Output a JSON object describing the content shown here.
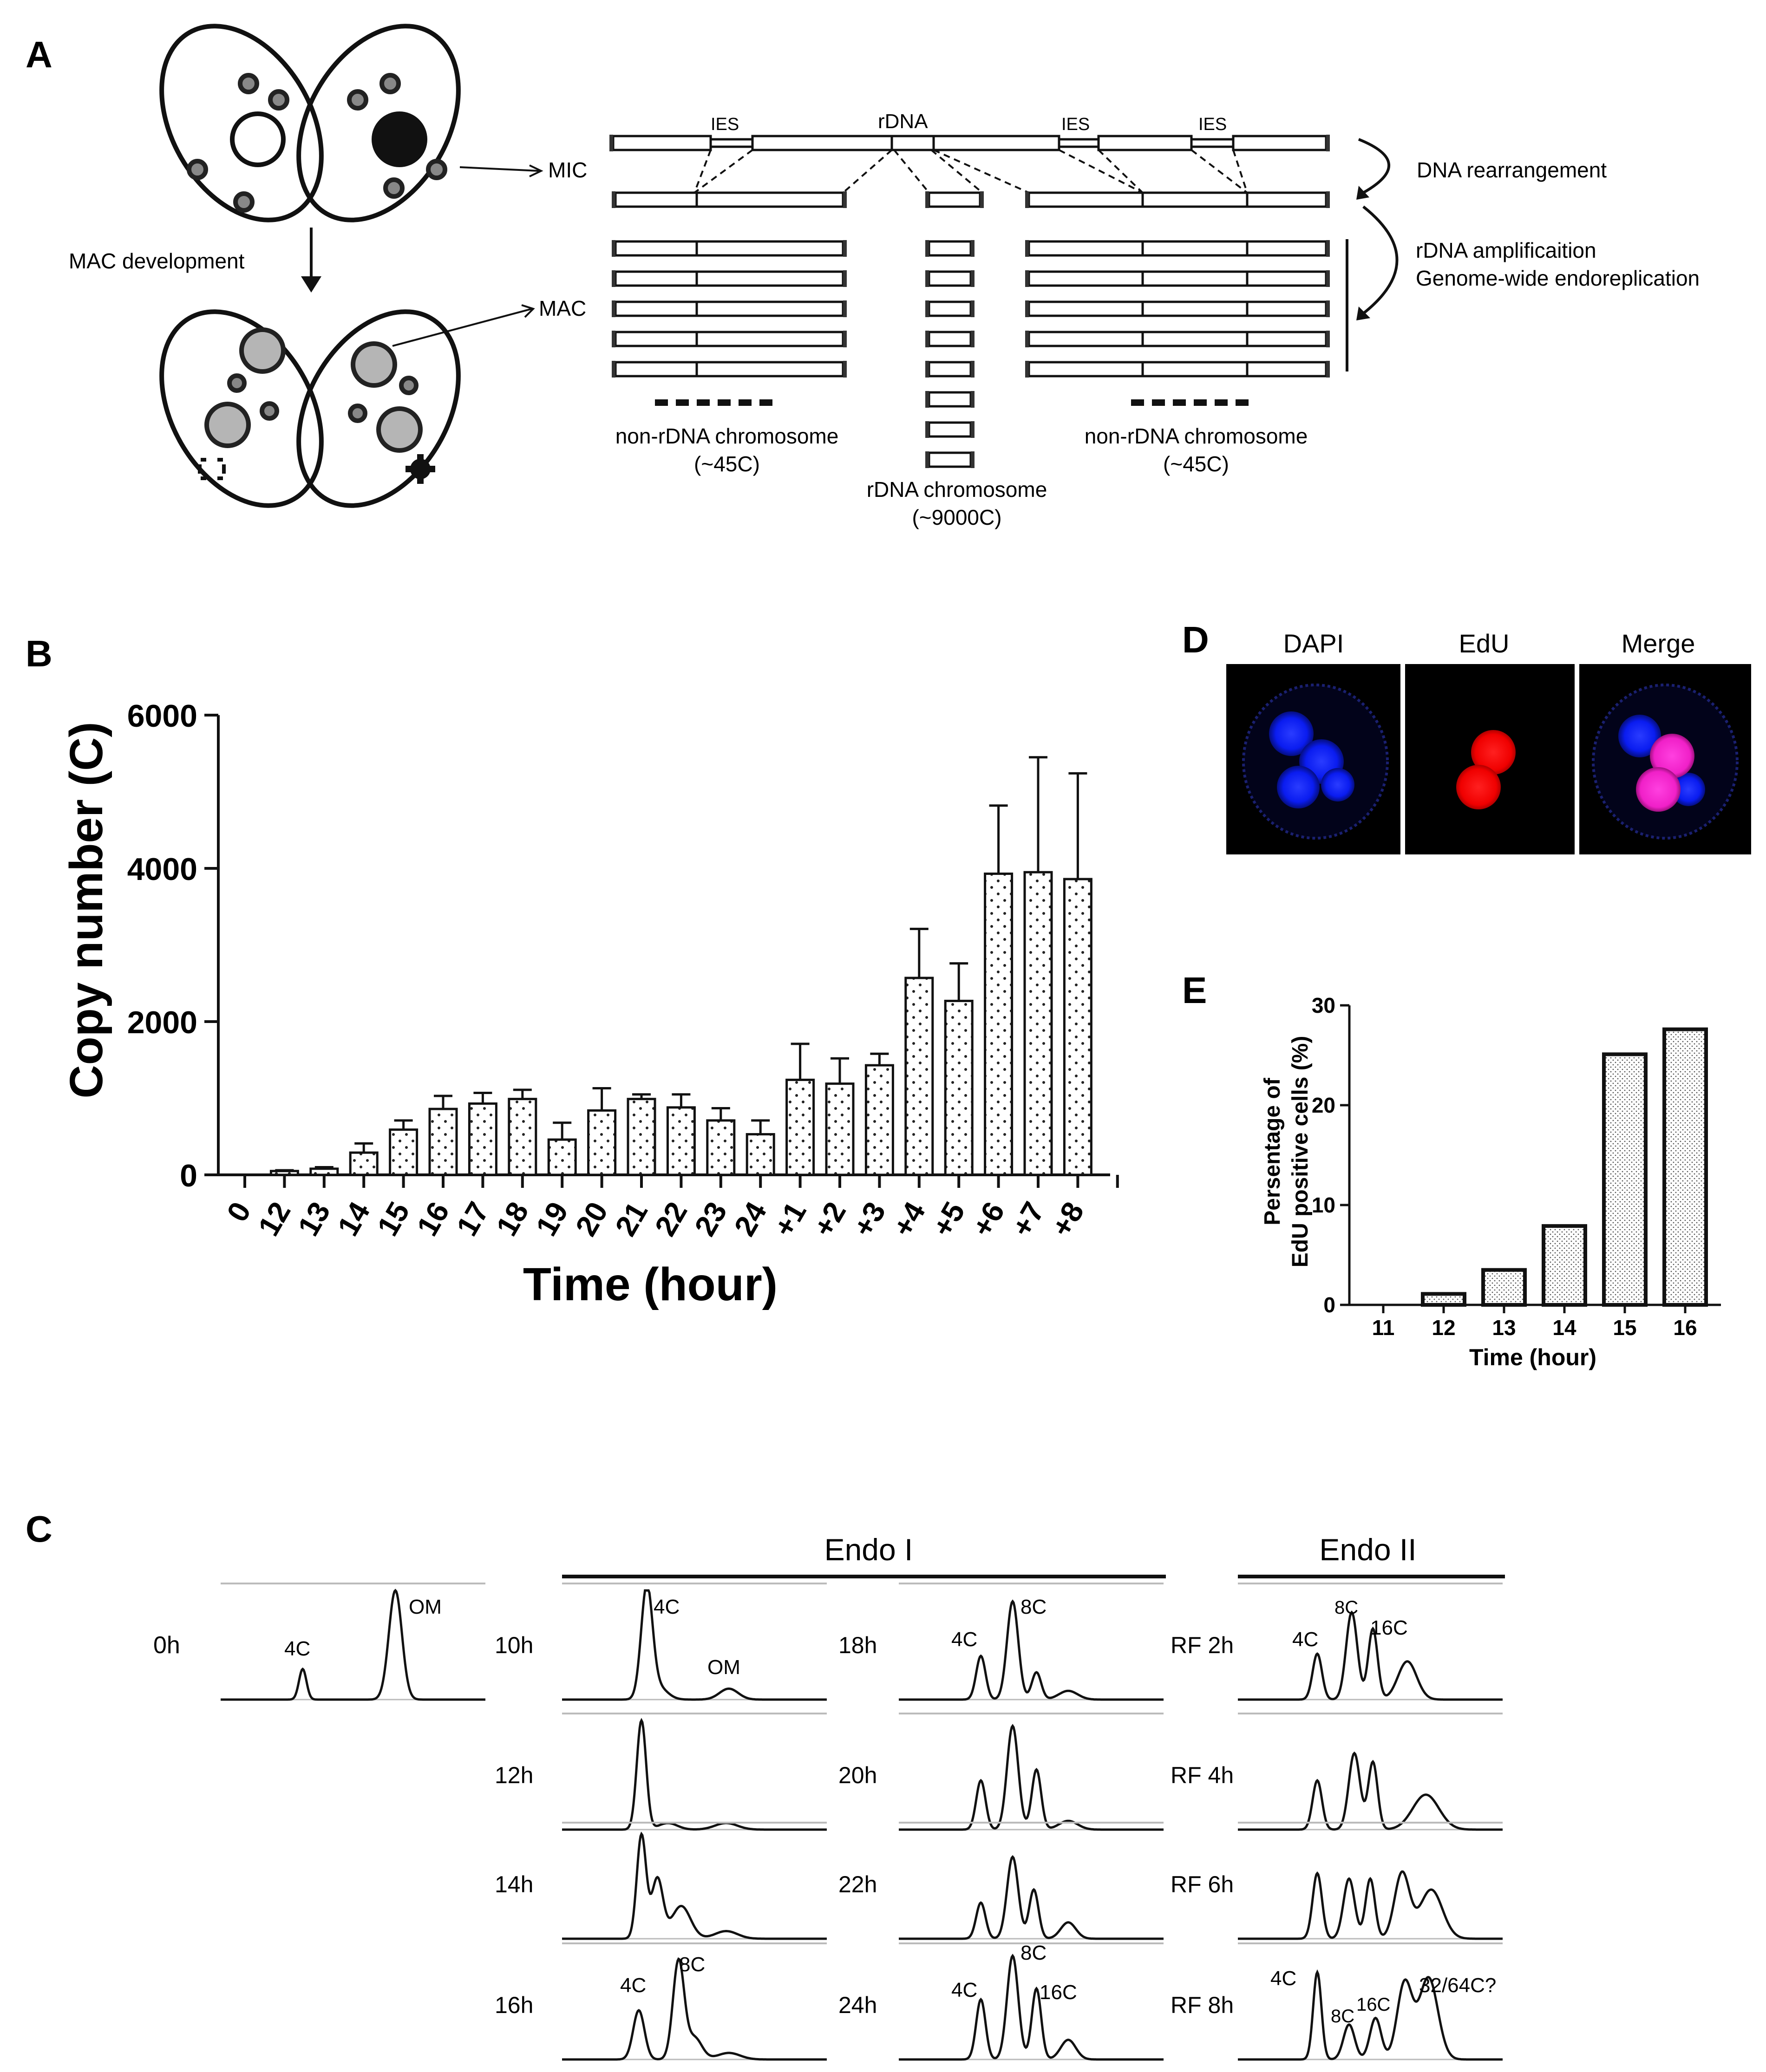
{
  "panelA": {
    "label": "A",
    "mac_development": "MAC development",
    "mic": "MIC",
    "mac": "MAC",
    "ies": "IES",
    "rdna": "rDNA",
    "dna_rearrangement": "DNA rearrangement",
    "rdna_amplification": "rDNA amplificaition",
    "endoreplication": "Genome-wide endoreplication",
    "non_rdna_chrom": "non-rDNA chromosome",
    "copy_45c": "(~45C)",
    "rdna_chrom": "rDNA chromosome",
    "copy_9000c": "(~9000C)"
  },
  "panelB": {
    "label": "B",
    "chart_data": {
      "type": "bar",
      "xlabel": "Time (hour)",
      "ylabel": "Copy number (C)",
      "ylim": [
        0,
        6000
      ],
      "yticks": [
        "0",
        "2000",
        "4000",
        "6000"
      ],
      "categories": [
        "0",
        "12",
        "13",
        "14",
        "15",
        "16",
        "17",
        "18",
        "19",
        "20",
        "21",
        "22",
        "23",
        "24",
        "+1",
        "+2",
        "+3",
        "+4",
        "+5",
        "+6",
        "+7",
        "+8"
      ],
      "values": [
        0,
        50,
        80,
        290,
        590,
        860,
        930,
        990,
        460,
        840,
        990,
        880,
        710,
        530,
        1240,
        1190,
        1430,
        2570,
        2270,
        3930,
        3950,
        3860
      ],
      "errors": [
        0,
        10,
        20,
        120,
        120,
        170,
        140,
        120,
        220,
        290,
        60,
        170,
        160,
        180,
        470,
        330,
        150,
        640,
        490,
        890,
        1500,
        1380
      ],
      "pattern": "dotted"
    }
  },
  "panelD": {
    "label": "D",
    "titles": [
      "DAPI",
      "EdU",
      "Merge"
    ]
  },
  "panelE": {
    "label": "E",
    "chart_data": {
      "type": "bar",
      "xlabel": "Time (hour)",
      "ylabel": "Persentage of EdU positive cells (%)",
      "ylabel_lines": [
        "Persentage of",
        "EdU positive cells (%)"
      ],
      "ylim": [
        0,
        30
      ],
      "yticks": [
        "0",
        "10",
        "20",
        "30"
      ],
      "categories": [
        "11",
        "12",
        "13",
        "14",
        "15",
        "16"
      ],
      "values": [
        0,
        1.1,
        3.5,
        7.9,
        25.1,
        27.6
      ],
      "pattern": "dotted"
    }
  },
  "panelC": {
    "label": "C",
    "endo1": "Endo I",
    "endo2": "Endo II",
    "times": {
      "t0": "0h",
      "t10": "10h",
      "t12": "12h",
      "t14": "14h",
      "t16": "16h",
      "t18": "18h",
      "t20": "20h",
      "t22": "22h",
      "t24": "24h",
      "rf2": "RF 2h",
      "rf4": "RF 4h",
      "rf6": "RF 6h",
      "rf8": "RF 8h"
    },
    "peaks": {
      "c4": "4C",
      "c8": "8C",
      "c16": "16C",
      "om": "OM",
      "c3264": "32/64C?"
    }
  }
}
